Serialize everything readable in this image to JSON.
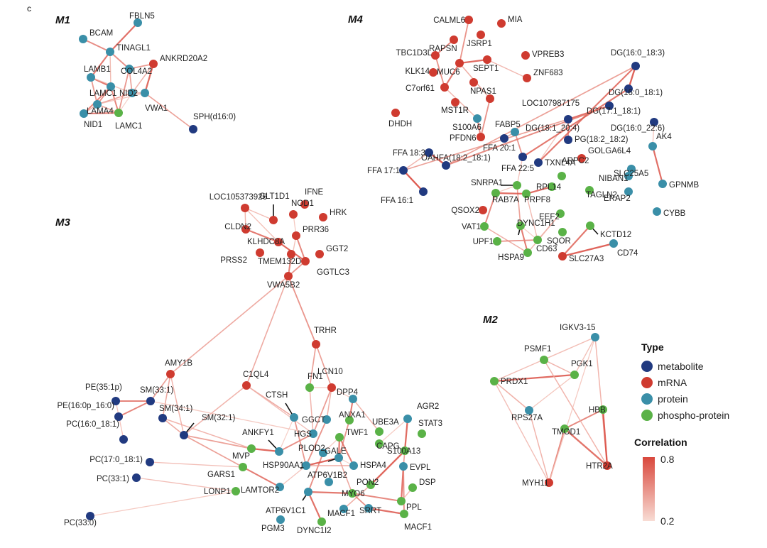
{
  "panel_label": "c",
  "modules": [
    {
      "id": "M1",
      "label": "M1"
    },
    {
      "id": "M4",
      "label": "M4"
    },
    {
      "id": "M3",
      "label": "M3"
    },
    {
      "id": "M2",
      "label": "M2"
    }
  ],
  "legend": {
    "type_title": "Type",
    "types": [
      {
        "key": "metabolite",
        "label": "metabolite",
        "color": "#213a80"
      },
      {
        "key": "mrna",
        "label": "mRNA",
        "color": "#cf3b30"
      },
      {
        "key": "protein",
        "label": "protein",
        "color": "#3a8fa8"
      },
      {
        "key": "phospho",
        "label": "phospho-protein",
        "color": "#5ab247"
      }
    ],
    "correlation_title": "Correlation",
    "correlation_max": "0.8",
    "correlation_min": "0.2",
    "edge_color_high": "#d9483d",
    "edge_color_low": "#f6d2c9"
  },
  "nodes": [
    {
      "id": "BCAM",
      "label": "BCAM",
      "type": "protein",
      "m": "M1"
    },
    {
      "id": "FBLN5",
      "label": "FBLN5",
      "type": "protein",
      "m": "M1"
    },
    {
      "id": "TINAGL1",
      "label": "TINAGL1",
      "type": "protein",
      "m": "M1"
    },
    {
      "id": "ANKRD20A2",
      "label": "ANKRD20A2",
      "type": "mrna",
      "m": "M1"
    },
    {
      "id": "LAMB1",
      "label": "LAMB1",
      "type": "protein",
      "m": "M1"
    },
    {
      "id": "COL4A2",
      "label": "COL4A2",
      "type": "protein",
      "m": "M1"
    },
    {
      "id": "LAMC1p",
      "label": "LAMC1",
      "type": "protein",
      "m": "M1"
    },
    {
      "id": "NID2",
      "label": "NID2",
      "type": "protein",
      "m": "M1"
    },
    {
      "id": "VWA1",
      "label": "VWA1",
      "type": "protein",
      "m": "M1"
    },
    {
      "id": "LAMA4",
      "label": "LAMA4",
      "type": "protein",
      "m": "M1"
    },
    {
      "id": "NID1",
      "label": "NID1",
      "type": "protein",
      "m": "M1"
    },
    {
      "id": "LAMC1g",
      "label": "LAMC1",
      "type": "phospho",
      "m": "M1"
    },
    {
      "id": "SPH",
      "label": "SPH(d16:0)",
      "type": "metabolite",
      "m": "M1"
    },
    {
      "id": "CALML6",
      "label": "CALML6",
      "type": "mrna",
      "m": "M4"
    },
    {
      "id": "MIA",
      "label": "MIA",
      "type": "mrna",
      "m": "M4"
    },
    {
      "id": "JSRP1",
      "label": "JSRP1",
      "type": "mrna",
      "m": "M4"
    },
    {
      "id": "RAPSN",
      "label": "RAPSN",
      "type": "mrna",
      "m": "M4"
    },
    {
      "id": "TBC1D3L",
      "label": "TBC1D3L",
      "type": "mrna",
      "m": "M4"
    },
    {
      "id": "VPREB3",
      "label": "VPREB3",
      "type": "mrna",
      "m": "M4"
    },
    {
      "id": "SEPT1",
      "label": "SEPT1",
      "type": "mrna",
      "m": "M4"
    },
    {
      "id": "MUC6",
      "label": "MUC6",
      "type": "mrna",
      "m": "M4"
    },
    {
      "id": "KLK14",
      "label": "KLK14",
      "type": "mrna",
      "m": "M4"
    },
    {
      "id": "ZNF683",
      "label": "ZNF683",
      "type": "mrna",
      "m": "M4"
    },
    {
      "id": "C7orf61",
      "label": "C7orf61",
      "type": "mrna",
      "m": "M4"
    },
    {
      "id": "NPAS1",
      "label": "NPAS1",
      "type": "mrna",
      "m": "M4"
    },
    {
      "id": "MST1R",
      "label": "MST1R",
      "type": "mrna",
      "m": "M4"
    },
    {
      "id": "LOC107987175",
      "label": "LOC107987175",
      "type": "mrna",
      "m": "M4"
    },
    {
      "id": "DHDH",
      "label": "DHDH",
      "type": "mrna",
      "m": "M4"
    },
    {
      "id": "S100A6",
      "label": "S100A6",
      "type": "protein",
      "m": "M4"
    },
    {
      "id": "FABP5",
      "label": "FABP5",
      "type": "protein",
      "m": "M4"
    },
    {
      "id": "PFDN6",
      "label": "PFDN6",
      "type": "mrna",
      "m": "M4"
    },
    {
      "id": "DG1",
      "label": "DG(16:0_18:3)",
      "type": "metabolite",
      "m": "M4"
    },
    {
      "id": "DG2",
      "label": "DG(16:0_18:1)",
      "type": "metabolite",
      "m": "M4"
    },
    {
      "id": "DG3",
      "label": "DG(17:1_18:1)",
      "type": "metabolite",
      "m": "M4"
    },
    {
      "id": "DG4",
      "label": "DG(18:1_20:4)",
      "type": "metabolite",
      "m": "M4"
    },
    {
      "id": "DG5",
      "label": "DG(16:0_22:6)",
      "type": "metabolite",
      "m": "M4"
    },
    {
      "id": "PG",
      "label": "PG(18:2_18:2)",
      "type": "metabolite",
      "m": "M4"
    },
    {
      "id": "AK4",
      "label": "AK4",
      "type": "protein",
      "m": "M4"
    },
    {
      "id": "FFA183",
      "label": "FFA 18:3",
      "type": "metabolite",
      "m": "M4"
    },
    {
      "id": "FFA201",
      "label": "FFA 20:1",
      "type": "metabolite",
      "m": "M4"
    },
    {
      "id": "GOLGA6L4",
      "label": "GOLGA6L4",
      "type": "mrna",
      "m": "M4"
    },
    {
      "id": "OAHFA",
      "label": "OAHFA(18:2_18:1)",
      "type": "metabolite",
      "m": "M4"
    },
    {
      "id": "FFA171",
      "label": "FFA 17:1",
      "type": "metabolite",
      "m": "M4"
    },
    {
      "id": "FFA225",
      "label": "FFA 22:5",
      "type": "metabolite",
      "m": "M4"
    },
    {
      "id": "TXNL4A",
      "label": "TXNL4A",
      "type": "metabolite",
      "m": "M4"
    },
    {
      "id": "SLC25A5",
      "label": "SLC25A5",
      "type": "protein",
      "m": "M4"
    },
    {
      "id": "FFA161",
      "label": "FFA 16:1",
      "type": "metabolite",
      "m": "M4"
    },
    {
      "id": "SNRPA1",
      "label": "SNRPA1",
      "type": "phospho",
      "m": "M4"
    },
    {
      "id": "RPL14",
      "label": "RPL14",
      "type": "phospho",
      "m": "M4"
    },
    {
      "id": "ARPC2",
      "label": "ARPC2",
      "type": "phospho",
      "m": "M4"
    },
    {
      "id": "NIBAN1",
      "label": "NIBAN1",
      "type": "protein",
      "m": "M4"
    },
    {
      "id": "GPNMB",
      "label": "GPNMB",
      "type": "protein",
      "m": "M4"
    },
    {
      "id": "RAB7A",
      "label": "RAB7A",
      "type": "phospho",
      "m": "M4"
    },
    {
      "id": "PRPF8",
      "label": "PRPF8",
      "type": "phospho",
      "m": "M4"
    },
    {
      "id": "TAGLN2",
      "label": "TAGLN2",
      "type": "phospho",
      "m": "M4"
    },
    {
      "id": "QSOX2",
      "label": "QSOX2",
      "type": "mrna",
      "m": "M4"
    },
    {
      "id": "ERAP2",
      "label": "ERAP2",
      "type": "protein",
      "m": "M4"
    },
    {
      "id": "CYBB",
      "label": "CYBB",
      "type": "protein",
      "m": "M4"
    },
    {
      "id": "EEF2",
      "label": "EEF2",
      "type": "phospho",
      "m": "M4"
    },
    {
      "id": "VAT1",
      "label": "VAT1",
      "type": "phospho",
      "m": "M4"
    },
    {
      "id": "DYNC1H1",
      "label": "DYNC1H1",
      "type": "phospho",
      "m": "M4"
    },
    {
      "id": "KCTD12",
      "label": "KCTD12",
      "type": "phospho",
      "m": "M4"
    },
    {
      "id": "SQOR",
      "label": "SQOR",
      "type": "phospho",
      "m": "M4"
    },
    {
      "id": "UPF1",
      "label": "UPF1",
      "type": "phospho",
      "m": "M4"
    },
    {
      "id": "CD63",
      "label": "CD63",
      "type": "phospho",
      "m": "M4"
    },
    {
      "id": "CD74",
      "label": "CD74",
      "type": "protein",
      "m": "M4"
    },
    {
      "id": "HSPA9",
      "label": "HSPA9",
      "type": "phospho",
      "m": "M4"
    },
    {
      "id": "SLC27A3",
      "label": "SLC27A3",
      "type": "mrna",
      "m": "M4"
    },
    {
      "id": "GLT1D1",
      "label": "GLT1D1",
      "type": "mrna",
      "m": "M3"
    },
    {
      "id": "IFNE",
      "label": "IFNE",
      "type": "mrna",
      "m": "M3"
    },
    {
      "id": "LOC105373926",
      "label": "LOC105373926",
      "type": "mrna",
      "m": "M3"
    },
    {
      "id": "NOD1",
      "label": "NOD1",
      "type": "mrna",
      "m": "M3"
    },
    {
      "id": "HRK",
      "label": "HRK",
      "type": "mrna",
      "m": "M3"
    },
    {
      "id": "CLDN2",
      "label": "CLDN2",
      "type": "mrna",
      "m": "M3"
    },
    {
      "id": "PRR36",
      "label": "PRR36",
      "type": "mrna",
      "m": "M3"
    },
    {
      "id": "KLHDC8A",
      "label": "KLHDC8A",
      "type": "mrna",
      "m": "M3"
    },
    {
      "id": "GGT2",
      "label": "GGT2",
      "type": "mrna",
      "m": "M3"
    },
    {
      "id": "PRSS2",
      "label": "PRSS2",
      "type": "mrna",
      "m": "M3"
    },
    {
      "id": "TMEM132D",
      "label": "TMEM132D",
      "type": "mrna",
      "m": "M3"
    },
    {
      "id": "GGTLC3",
      "label": "GGTLC3",
      "type": "mrna",
      "m": "M3"
    },
    {
      "id": "VWA5B2",
      "label": "VWA5B2",
      "type": "mrna",
      "m": "M3"
    },
    {
      "id": "TRHR",
      "label": "TRHR",
      "type": "mrna",
      "m": "M3"
    },
    {
      "id": "AMY1B",
      "label": "AMY1B",
      "type": "mrna",
      "m": "M3"
    },
    {
      "id": "C1QL4",
      "label": "C1QL4",
      "type": "mrna",
      "m": "M3"
    },
    {
      "id": "FN1",
      "label": "FN1",
      "type": "phospho",
      "m": "M3"
    },
    {
      "id": "LCN10",
      "label": "LCN10",
      "type": "mrna",
      "m": "M3"
    },
    {
      "id": "PE351",
      "label": "PE(35:1p)",
      "type": "metabolite",
      "m": "M3"
    },
    {
      "id": "SM331",
      "label": "SM(33:1)",
      "type": "metabolite",
      "m": "M3"
    },
    {
      "id": "DPP4",
      "label": "DPP4",
      "type": "protein",
      "m": "M3"
    },
    {
      "id": "CTSH",
      "label": "CTSH",
      "type": "protein",
      "m": "M3"
    },
    {
      "id": "AGR2",
      "label": "AGR2",
      "type": "protein",
      "m": "M3"
    },
    {
      "id": "PE160",
      "label": "PE(16:0p_16:0)",
      "type": "metabolite",
      "m": "M3"
    },
    {
      "id": "SM341",
      "label": "SM(34:1)",
      "type": "metabolite",
      "m": "M3"
    },
    {
      "id": "GGCT",
      "label": "GGCT",
      "type": "protein",
      "m": "M3"
    },
    {
      "id": "ANXA1",
      "label": "ANXA1",
      "type": "phospho",
      "m": "M3"
    },
    {
      "id": "PC160",
      "label": "PC(16:0_18:1)",
      "type": "metabolite",
      "m": "M3"
    },
    {
      "id": "SM321",
      "label": "SM(32:1)",
      "type": "metabolite",
      "m": "M3"
    },
    {
      "id": "UBE3A",
      "label": "UBE3A",
      "type": "phospho",
      "m": "M3"
    },
    {
      "id": "STAT3",
      "label": "STAT3",
      "type": "phospho",
      "m": "M3"
    },
    {
      "id": "HGS",
      "label": "HGS",
      "type": "protein",
      "m": "M3"
    },
    {
      "id": "TWF1",
      "label": "TWF1",
      "type": "phospho",
      "m": "M3"
    },
    {
      "id": "ANKFY1",
      "label": "ANKFY1",
      "type": "protein",
      "m": "M3"
    },
    {
      "id": "CAPG",
      "label": "CAPG",
      "type": "phospho",
      "m": "M3"
    },
    {
      "id": "PLOD2",
      "label": "PLOD2",
      "type": "protein",
      "m": "M3"
    },
    {
      "id": "S100A13",
      "label": "S100A13",
      "type": "phospho",
      "m": "M3"
    },
    {
      "id": "PC170",
      "label": "PC(17:0_18:1)",
      "type": "metabolite",
      "m": "M3"
    },
    {
      "id": "MVP",
      "label": "MVP",
      "type": "phospho",
      "m": "M3"
    },
    {
      "id": "GALE",
      "label": "GALE",
      "type": "protein",
      "m": "M3"
    },
    {
      "id": "EVPL",
      "label": "EVPL",
      "type": "protein",
      "m": "M3"
    },
    {
      "id": "HSP90AA1",
      "label": "HSP90AA1",
      "type": "protein",
      "m": "M3"
    },
    {
      "id": "HSPA4",
      "label": "HSPA4",
      "type": "protein",
      "m": "M3"
    },
    {
      "id": "PC331",
      "label": "PC(33:1)",
      "type": "metabolite",
      "m": "M3"
    },
    {
      "id": "GARS1",
      "label": "GARS1",
      "type": "phospho",
      "m": "M3"
    },
    {
      "id": "ATP6V1B2",
      "label": "ATP6V1B2",
      "type": "protein",
      "m": "M3"
    },
    {
      "id": "PON2",
      "label": "PON2",
      "type": "phospho",
      "m": "M3"
    },
    {
      "id": "DSP",
      "label": "DSP",
      "type": "phospho",
      "m": "M3"
    },
    {
      "id": "LAMTOR2",
      "label": "LAMTOR2",
      "type": "protein",
      "m": "M3"
    },
    {
      "id": "MYO6",
      "label": "MYO6",
      "type": "phospho",
      "m": "M3"
    },
    {
      "id": "LONP1",
      "label": "LONP1",
      "type": "phospho",
      "m": "M3"
    },
    {
      "id": "ATP6V1C1",
      "label": "ATP6V1C1",
      "type": "protein",
      "m": "M3"
    },
    {
      "id": "PPL",
      "label": "PPL",
      "type": "phospho",
      "m": "M3"
    },
    {
      "id": "MACF1a",
      "label": "MACF1",
      "type": "protein",
      "m": "M3"
    },
    {
      "id": "SRRT",
      "label": "SRRT",
      "type": "protein",
      "m": "M3"
    },
    {
      "id": "PC330",
      "label": "PC(33:0)",
      "type": "metabolite",
      "m": "M3"
    },
    {
      "id": "PGM3",
      "label": "PGM3",
      "type": "protein",
      "m": "M3"
    },
    {
      "id": "DYNC1I2",
      "label": "DYNC1I2",
      "type": "phospho",
      "m": "M3"
    },
    {
      "id": "MACF1b",
      "label": "MACF1",
      "type": "phospho",
      "m": "M3"
    },
    {
      "id": "IGKV3",
      "label": "IGKV3-15",
      "type": "protein",
      "m": "M2"
    },
    {
      "id": "PSMF1",
      "label": "PSMF1",
      "type": "phospho",
      "m": "M2"
    },
    {
      "id": "PGK1",
      "label": "PGK1",
      "type": "phospho",
      "m": "M2"
    },
    {
      "id": "PRDX1",
      "label": "PRDX1",
      "type": "phospho",
      "m": "M2"
    },
    {
      "id": "HBB",
      "label": "HBB",
      "type": "phospho",
      "m": "M2"
    },
    {
      "id": "RPS27A",
      "label": "RPS27A",
      "type": "protein",
      "m": "M2"
    },
    {
      "id": "TMOD1",
      "label": "TMOD1",
      "type": "phospho",
      "m": "M2"
    },
    {
      "id": "HTR2A",
      "label": "HTR2A",
      "type": "mrna",
      "m": "M2"
    },
    {
      "id": "MYH11",
      "label": "MYH11",
      "type": "mrna",
      "m": "M2"
    }
  ]
}
